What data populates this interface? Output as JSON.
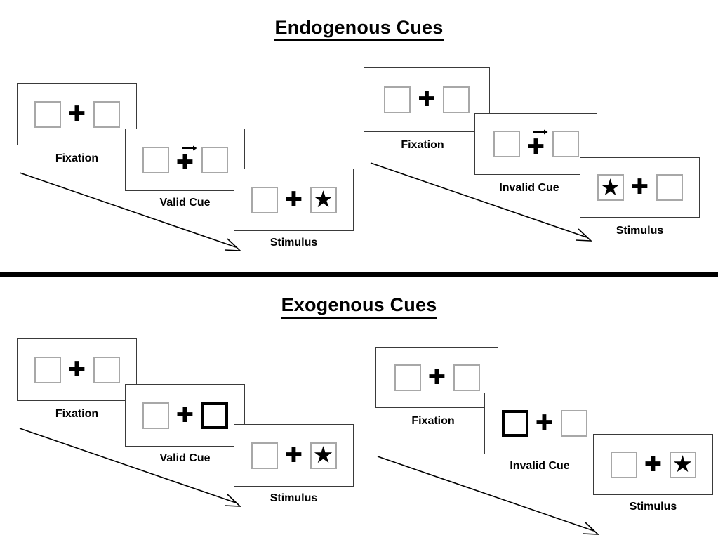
{
  "sections": [
    {
      "id": "endogenous",
      "title": "Endogenous Cues",
      "sequences": [
        {
          "id": "endogenous-valid",
          "panels": [
            {
              "label": "Fixation",
              "left_box": "empty",
              "right_box": "empty",
              "arrow_cue": false
            },
            {
              "label": "Valid Cue",
              "left_box": "empty",
              "right_box": "empty",
              "arrow_cue": true
            },
            {
              "label": "Stimulus",
              "left_box": "empty",
              "right_box": "star",
              "arrow_cue": false
            }
          ]
        },
        {
          "id": "endogenous-invalid",
          "panels": [
            {
              "label": "Fixation",
              "left_box": "empty",
              "right_box": "empty",
              "arrow_cue": false
            },
            {
              "label": "Invalid Cue",
              "left_box": "empty",
              "right_box": "empty",
              "arrow_cue": true
            },
            {
              "label": "Stimulus",
              "left_box": "star",
              "right_box": "empty",
              "arrow_cue": false
            }
          ]
        }
      ]
    },
    {
      "id": "exogenous",
      "title": "Exogenous Cues",
      "sequences": [
        {
          "id": "exogenous-valid",
          "panels": [
            {
              "label": "Fixation",
              "left_box": "empty",
              "right_box": "empty",
              "arrow_cue": false
            },
            {
              "label": "Valid Cue",
              "left_box": "empty",
              "right_box": "cued",
              "arrow_cue": false
            },
            {
              "label": "Stimulus",
              "left_box": "empty",
              "right_box": "star",
              "arrow_cue": false
            }
          ]
        },
        {
          "id": "exogenous-invalid",
          "panels": [
            {
              "label": "Fixation",
              "left_box": "empty",
              "right_box": "empty",
              "arrow_cue": false
            },
            {
              "label": "Invalid Cue",
              "left_box": "cued",
              "right_box": "empty",
              "arrow_cue": false
            },
            {
              "label": "Stimulus",
              "left_box": "empty",
              "right_box": "star",
              "arrow_cue": false
            }
          ]
        }
      ]
    }
  ],
  "glyphs": {
    "star": "★",
    "plus": "✚",
    "cue_arrow": "right-arrow"
  },
  "colors": {
    "ink": "#000000",
    "panel_border": "#3a3a3a",
    "box_border": "#a8a8a8",
    "cued_box_border": "#000000",
    "background": "#ffffff"
  },
  "titles": {
    "endogenous": "Endogenous Cues",
    "exogenous": "Exogenous Cues"
  }
}
